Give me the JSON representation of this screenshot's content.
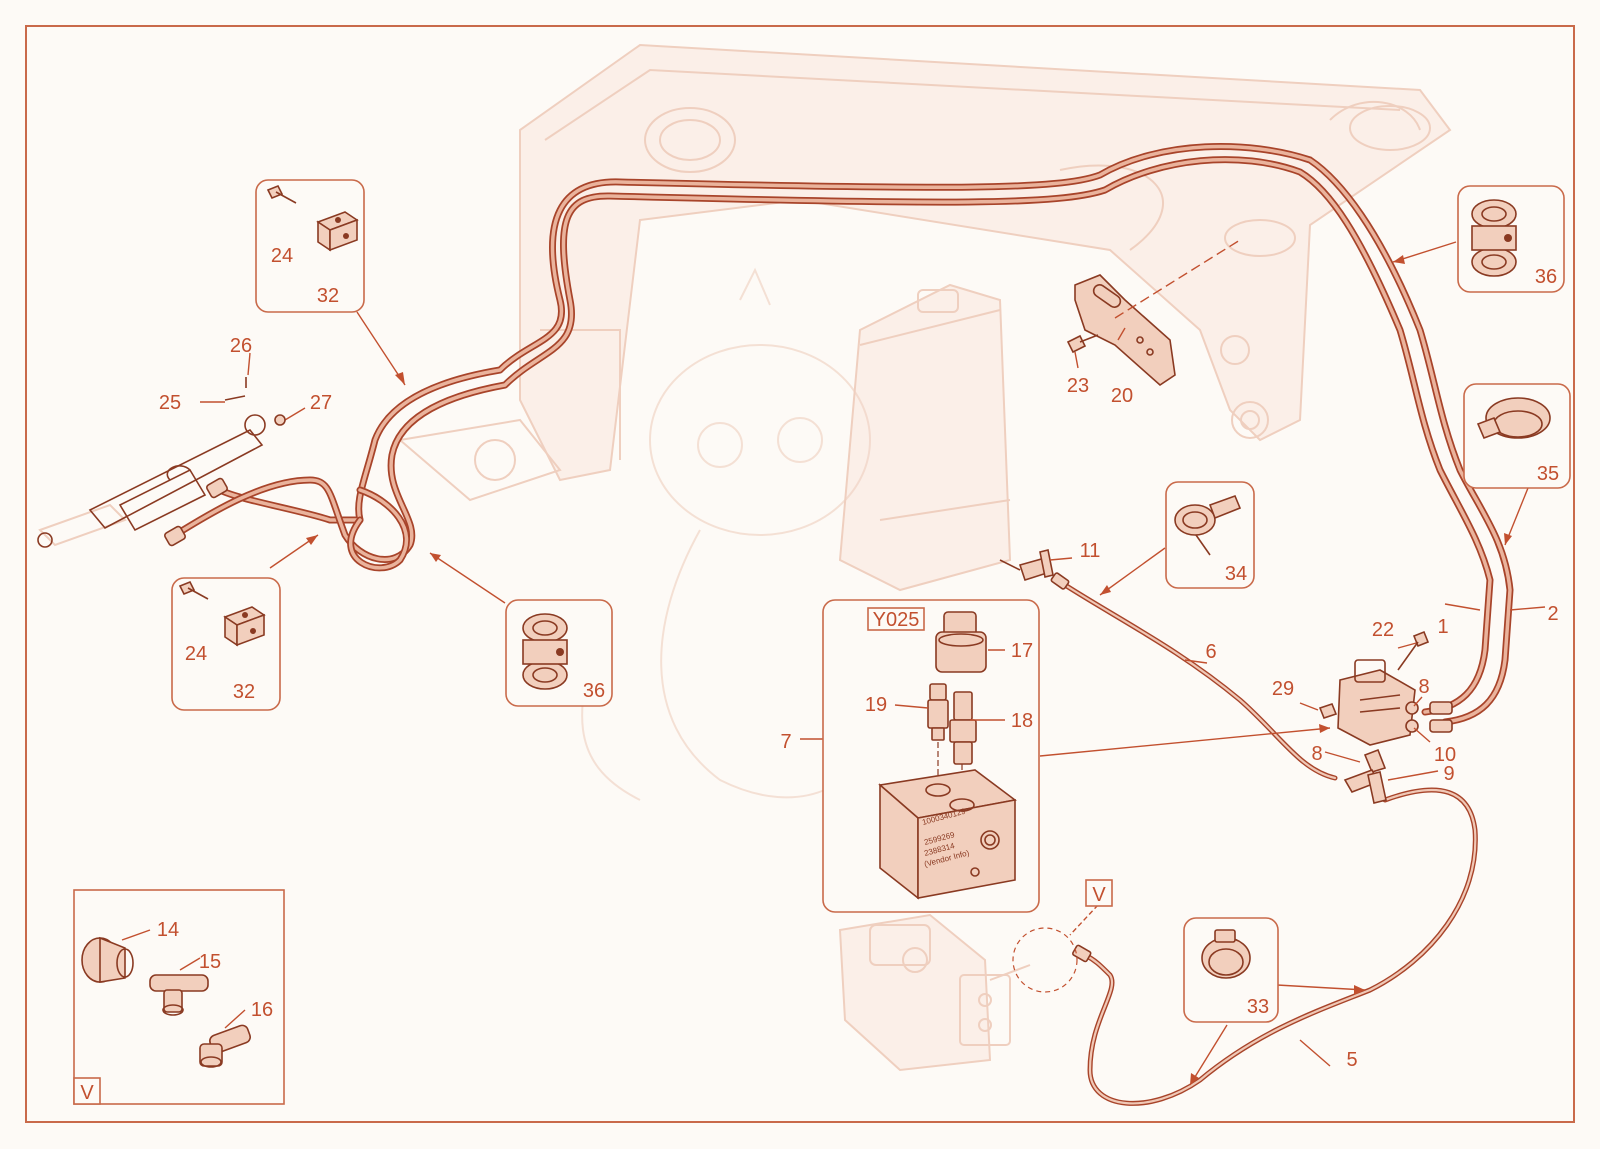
{
  "labels": {
    "l1": "1",
    "l2": "2",
    "l5": "5",
    "l6": "6",
    "l7": "7",
    "l8a": "8",
    "l8b": "8",
    "l9": "9",
    "l10": "10",
    "l11": "11",
    "l14": "14",
    "l15": "15",
    "l16": "16",
    "l17": "17",
    "l18": "18",
    "l19": "19",
    "l20": "20",
    "l22": "22",
    "l23": "23",
    "l24a": "24",
    "l24b": "24",
    "l25": "25",
    "l26": "26",
    "l27": "27",
    "l29": "29",
    "l32a": "32",
    "l32b": "32",
    "l33": "33",
    "l34": "34",
    "l35": "35",
    "l36a": "36",
    "l36b": "36"
  },
  "tags": {
    "y025": "Y025",
    "view_v_marker": "V",
    "view_v_inset": "V"
  },
  "valve_block_text": [
    "1000340129",
    "2599269",
    "2388314",
    "(Vendor Info)"
  ],
  "colors": {
    "accent": "#c2502f",
    "hose": "#a8442a",
    "background": "#fdfaf6",
    "ghost": "#efcfbf"
  }
}
